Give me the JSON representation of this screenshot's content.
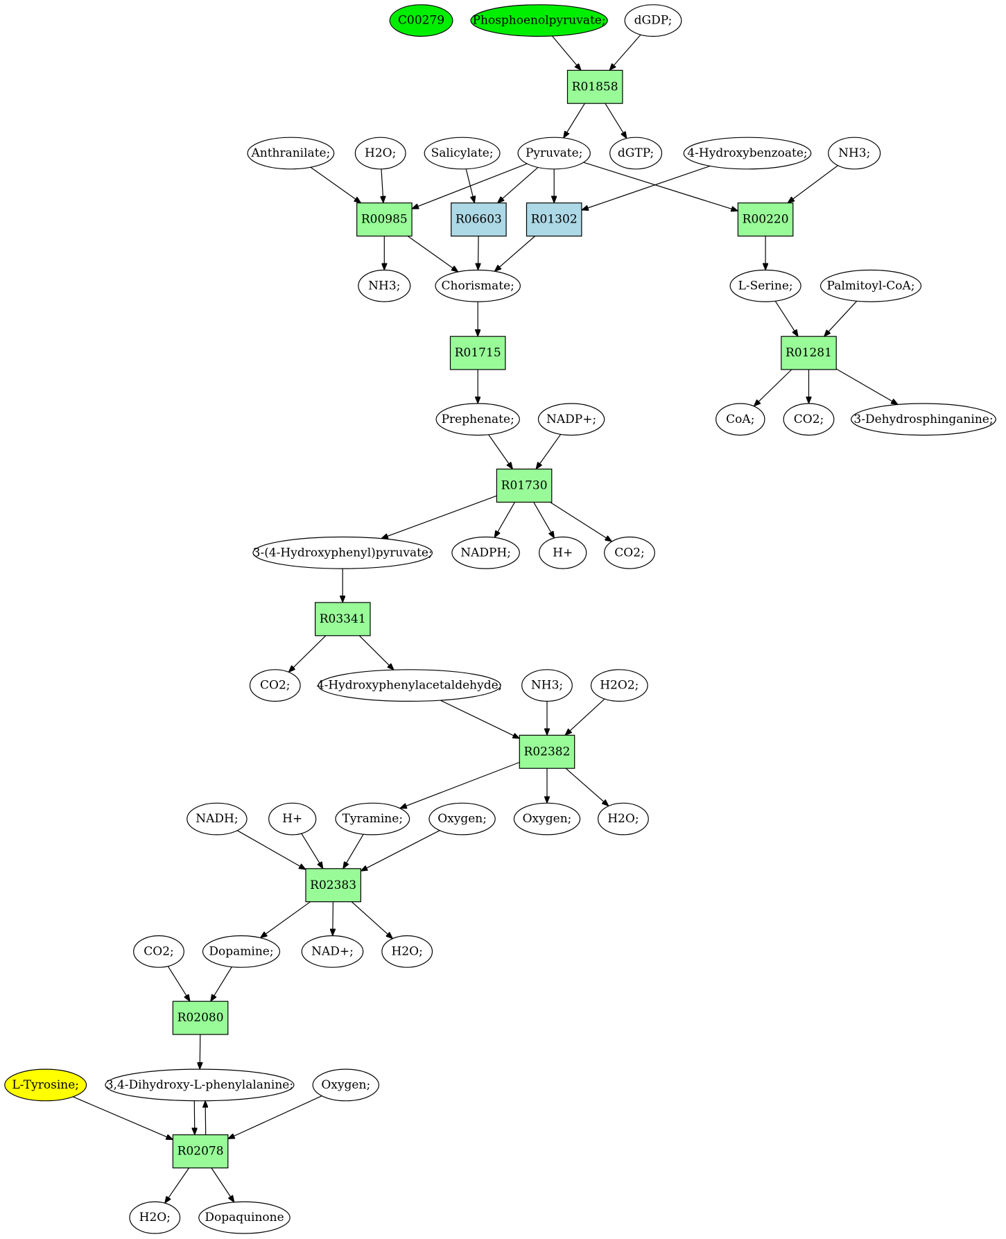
{
  "colors": {
    "compound_default": "#ffffff",
    "compound_source": "#00ee00",
    "compound_target": "#ffff00",
    "reaction_default": "#98fb98",
    "reaction_alt": "#add8e6"
  },
  "nodes": [
    {
      "id": "c00279",
      "label": "C00279",
      "kind": "compound",
      "fill": "source"
    },
    {
      "id": "pep",
      "label": "Phosphoenolpyruvate;",
      "kind": "compound",
      "fill": "source"
    },
    {
      "id": "dgdp",
      "label": "dGDP;",
      "kind": "compound"
    },
    {
      "id": "r01858",
      "label": "R01858",
      "kind": "reaction"
    },
    {
      "id": "anthranilate",
      "label": "Anthranilate;",
      "kind": "compound"
    },
    {
      "id": "h2o_1",
      "label": "H2O;",
      "kind": "compound"
    },
    {
      "id": "salicylate",
      "label": "Salicylate;",
      "kind": "compound"
    },
    {
      "id": "pyruvate",
      "label": "Pyruvate;",
      "kind": "compound"
    },
    {
      "id": "dgtp",
      "label": "dGTP;",
      "kind": "compound"
    },
    {
      "id": "hydroxybenzoate",
      "label": "4-Hydroxybenzoate;",
      "kind": "compound"
    },
    {
      "id": "nh3_1",
      "label": "NH3;",
      "kind": "compound"
    },
    {
      "id": "r00985",
      "label": "R00985",
      "kind": "reaction"
    },
    {
      "id": "r06603",
      "label": "R06603",
      "kind": "reaction",
      "fill": "alt"
    },
    {
      "id": "r01302",
      "label": "R01302",
      "kind": "reaction",
      "fill": "alt"
    },
    {
      "id": "r00220",
      "label": "R00220",
      "kind": "reaction"
    },
    {
      "id": "nh3_2",
      "label": "NH3;",
      "kind": "compound"
    },
    {
      "id": "chorismate",
      "label": "Chorismate;",
      "kind": "compound"
    },
    {
      "id": "lserine",
      "label": "L-Serine;",
      "kind": "compound"
    },
    {
      "id": "palmitoylcoa",
      "label": "Palmitoyl-CoA;",
      "kind": "compound"
    },
    {
      "id": "r01715",
      "label": "R01715",
      "kind": "reaction"
    },
    {
      "id": "r01281",
      "label": "R01281",
      "kind": "reaction"
    },
    {
      "id": "prephenate",
      "label": "Prephenate;",
      "kind": "compound"
    },
    {
      "id": "nadp",
      "label": "NADP+;",
      "kind": "compound"
    },
    {
      "id": "coa",
      "label": "CoA;",
      "kind": "compound"
    },
    {
      "id": "co2_1",
      "label": "CO2;",
      "kind": "compound"
    },
    {
      "id": "dehydrosphinganine",
      "label": "3-Dehydrosphinganine;",
      "kind": "compound"
    },
    {
      "id": "r01730",
      "label": "R01730",
      "kind": "reaction"
    },
    {
      "id": "hpp",
      "label": "3-(4-Hydroxyphenyl)pyruvate;",
      "kind": "compound"
    },
    {
      "id": "nadph",
      "label": "NADPH;",
      "kind": "compound"
    },
    {
      "id": "hplus_1",
      "label": "H+",
      "kind": "compound"
    },
    {
      "id": "co2_2",
      "label": "CO2;",
      "kind": "compound"
    },
    {
      "id": "r03341",
      "label": "R03341",
      "kind": "reaction"
    },
    {
      "id": "co2_3",
      "label": "CO2;",
      "kind": "compound"
    },
    {
      "id": "hpaa",
      "label": "4-Hydroxyphenylacetaldehyde;",
      "kind": "compound"
    },
    {
      "id": "nh3_3",
      "label": "NH3;",
      "kind": "compound"
    },
    {
      "id": "h2o2",
      "label": "H2O2;",
      "kind": "compound"
    },
    {
      "id": "r02382",
      "label": "R02382",
      "kind": "reaction"
    },
    {
      "id": "nadh",
      "label": "NADH;",
      "kind": "compound"
    },
    {
      "id": "hplus_2",
      "label": "H+",
      "kind": "compound"
    },
    {
      "id": "tyramine",
      "label": "Tyramine;",
      "kind": "compound"
    },
    {
      "id": "oxygen_1",
      "label": "Oxygen;",
      "kind": "compound"
    },
    {
      "id": "oxygen_2",
      "label": "Oxygen;",
      "kind": "compound"
    },
    {
      "id": "h2o_2",
      "label": "H2O;",
      "kind": "compound"
    },
    {
      "id": "r02383",
      "label": "R02383",
      "kind": "reaction"
    },
    {
      "id": "co2_4",
      "label": "CO2;",
      "kind": "compound"
    },
    {
      "id": "dopamine",
      "label": "Dopamine;",
      "kind": "compound"
    },
    {
      "id": "nad",
      "label": "NAD+;",
      "kind": "compound"
    },
    {
      "id": "h2o_3",
      "label": "H2O;",
      "kind": "compound"
    },
    {
      "id": "r02080",
      "label": "R02080",
      "kind": "reaction"
    },
    {
      "id": "ltyrosine",
      "label": "L-Tyrosine;",
      "kind": "compound",
      "fill": "target"
    },
    {
      "id": "dopa",
      "label": "3,4-Dihydroxy-L-phenylalanine;",
      "kind": "compound"
    },
    {
      "id": "oxygen_3",
      "label": "Oxygen;",
      "kind": "compound"
    },
    {
      "id": "r02078",
      "label": "R02078",
      "kind": "reaction"
    },
    {
      "id": "h2o_4",
      "label": "H2O;",
      "kind": "compound"
    },
    {
      "id": "dopaquinone",
      "label": "Dopaquinone",
      "kind": "compound"
    }
  ],
  "edges": [
    [
      "pep",
      "r01858"
    ],
    [
      "dgdp",
      "r01858"
    ],
    [
      "r01858",
      "pyruvate"
    ],
    [
      "r01858",
      "dgtp"
    ],
    [
      "anthranilate",
      "r00985"
    ],
    [
      "h2o_1",
      "r00985"
    ],
    [
      "pyruvate",
      "r00985"
    ],
    [
      "salicylate",
      "r06603"
    ],
    [
      "pyruvate",
      "r06603"
    ],
    [
      "pyruvate",
      "r01302"
    ],
    [
      "hydroxybenzoate",
      "r01302"
    ],
    [
      "pyruvate",
      "r00220"
    ],
    [
      "nh3_1",
      "r00220"
    ],
    [
      "r00985",
      "nh3_2"
    ],
    [
      "r00985",
      "chorismate"
    ],
    [
      "r06603",
      "chorismate"
    ],
    [
      "r01302",
      "chorismate"
    ],
    [
      "r00220",
      "lserine"
    ],
    [
      "chorismate",
      "r01715"
    ],
    [
      "lserine",
      "r01281"
    ],
    [
      "palmitoylcoa",
      "r01281"
    ],
    [
      "r01281",
      "coa"
    ],
    [
      "r01281",
      "co2_1"
    ],
    [
      "r01281",
      "dehydrosphinganine"
    ],
    [
      "r01715",
      "prephenate"
    ],
    [
      "prephenate",
      "r01730"
    ],
    [
      "nadp",
      "r01730"
    ],
    [
      "r01730",
      "hpp"
    ],
    [
      "r01730",
      "nadph"
    ],
    [
      "r01730",
      "hplus_1"
    ],
    [
      "r01730",
      "co2_2"
    ],
    [
      "hpp",
      "r03341"
    ],
    [
      "r03341",
      "co2_3"
    ],
    [
      "r03341",
      "hpaa"
    ],
    [
      "hpaa",
      "r02382"
    ],
    [
      "nh3_3",
      "r02382"
    ],
    [
      "h2o2",
      "r02382"
    ],
    [
      "r02382",
      "tyramine"
    ],
    [
      "r02382",
      "oxygen_2"
    ],
    [
      "r02382",
      "h2o_2"
    ],
    [
      "nadh",
      "r02383"
    ],
    [
      "hplus_2",
      "r02383"
    ],
    [
      "tyramine",
      "r02383"
    ],
    [
      "oxygen_1",
      "r02383"
    ],
    [
      "r02383",
      "dopamine"
    ],
    [
      "r02383",
      "nad"
    ],
    [
      "r02383",
      "h2o_3"
    ],
    [
      "co2_4",
      "r02080"
    ],
    [
      "dopamine",
      "r02080"
    ],
    [
      "r02080",
      "dopa"
    ],
    [
      "ltyrosine",
      "r02078"
    ],
    [
      "dopa",
      "r02078"
    ],
    [
      "r02078",
      "dopa"
    ],
    [
      "oxygen_3",
      "r02078"
    ],
    [
      "r02078",
      "h2o_4"
    ],
    [
      "r02078",
      "dopaquinone"
    ]
  ]
}
